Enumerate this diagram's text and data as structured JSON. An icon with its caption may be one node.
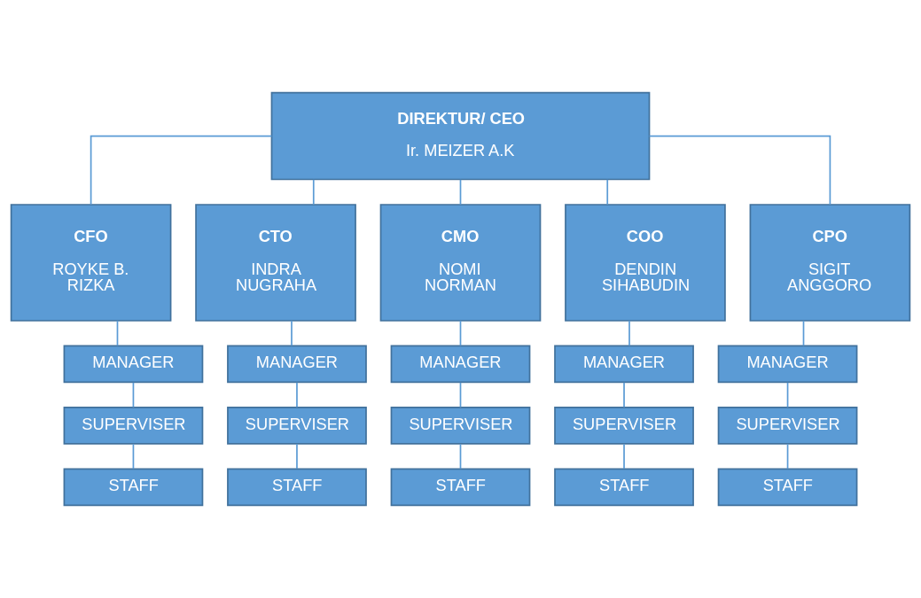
{
  "diagram": {
    "nodes": [
      {
        "text": [
          "DIREKTUR/ CEO",
          "Ir. MEIZER A.K"
        ]
      },
      {
        "text": [
          "CFO",
          "ROYKE B. RIZKA"
        ]
      },
      {
        "text": [
          "CTO",
          "INDRA NUGRAHA"
        ]
      },
      {
        "text": [
          "CMO",
          "NOMI NORMAN"
        ]
      },
      {
        "text": [
          "COO",
          "DENDIN SIHABUDIN"
        ]
      },
      {
        "text": [
          "CPO",
          "SIGIT ANGGORO"
        ]
      },
      {
        "text": [
          "MANAGER"
        ]
      },
      {
        "text": [
          "MANAGER"
        ]
      },
      {
        "text": [
          "MANAGER"
        ]
      },
      {
        "text": [
          "MANAGER"
        ]
      },
      {
        "text": [
          "MANAGER"
        ]
      },
      {
        "text": [
          "SUPERVISER"
        ]
      },
      {
        "text": [
          "SUPERVISER"
        ]
      },
      {
        "text": [
          "SUPERVISER"
        ]
      },
      {
        "text": [
          "SUPERVISER"
        ]
      },
      {
        "text": [
          "SUPERVISER"
        ]
      },
      {
        "text": [
          "STAFF"
        ]
      },
      {
        "text": [
          "STAFF"
        ]
      },
      {
        "text": [
          "STAFF"
        ]
      },
      {
        "text": [
          "STAFF"
        ]
      },
      {
        "text": [
          "STAFF"
        ]
      }
    ],
    "edges": [
      {
        "from": 0,
        "to": 1,
        "arrow": "none"
      },
      {
        "from": 0,
        "to": 2,
        "arrow": "none"
      },
      {
        "from": 0,
        "to": 3,
        "arrow": "none"
      },
      {
        "from": 0,
        "to": 4,
        "arrow": "none"
      },
      {
        "from": 0,
        "to": 5,
        "arrow": "none"
      },
      {
        "from": 1,
        "to": 6,
        "arrow": "none"
      },
      {
        "from": 2,
        "to": 7,
        "arrow": "none"
      },
      {
        "from": 3,
        "to": 8,
        "arrow": "none"
      },
      {
        "from": 4,
        "to": 9,
        "arrow": "none"
      },
      {
        "from": 5,
        "to": 10,
        "arrow": "none"
      },
      {
        "from": 6,
        "to": 11,
        "arrow": "none"
      },
      {
        "from": 7,
        "to": 12,
        "arrow": "none"
      },
      {
        "from": 8,
        "to": 13,
        "arrow": "none"
      },
      {
        "from": 9,
        "to": 14,
        "arrow": "none"
      },
      {
        "from": 10,
        "to": 15,
        "arrow": "none"
      },
      {
        "from": 11,
        "to": 16,
        "arrow": "none"
      },
      {
        "from": 12,
        "to": 17,
        "arrow": "none"
      },
      {
        "from": 13,
        "to": 18,
        "arrow": "none"
      },
      {
        "from": 14,
        "to": 19,
        "arrow": "none"
      },
      {
        "from": 15,
        "to": 20,
        "arrow": "none"
      }
    ]
  }
}
